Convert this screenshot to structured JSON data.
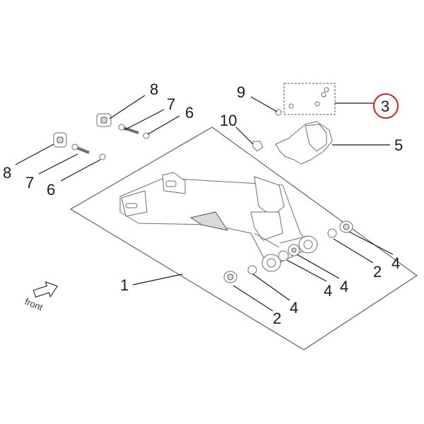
{
  "diagram": {
    "callouts": [
      {
        "id": "c8a",
        "text": "8"
      },
      {
        "id": "c7a",
        "text": "7"
      },
      {
        "id": "c6a",
        "text": "6"
      },
      {
        "id": "c9",
        "text": "9"
      },
      {
        "id": "c10",
        "text": "10"
      },
      {
        "id": "c3",
        "text": "3"
      },
      {
        "id": "c5",
        "text": "5"
      },
      {
        "id": "c8b",
        "text": "8"
      },
      {
        "id": "c7b",
        "text": "7"
      },
      {
        "id": "c6b",
        "text": "6"
      },
      {
        "id": "c1",
        "text": "1"
      },
      {
        "id": "c2a",
        "text": "2"
      },
      {
        "id": "c4a",
        "text": "4"
      },
      {
        "id": "c4b",
        "text": "4"
      },
      {
        "id": "c4c",
        "text": "4"
      },
      {
        "id": "c2b",
        "text": "2"
      },
      {
        "id": "c4d",
        "text": "4"
      }
    ],
    "direction_label": "front",
    "highlight_color": "#cc1f1f",
    "highlighted_callout": "3",
    "icons": [
      "front-arrow-icon"
    ]
  }
}
